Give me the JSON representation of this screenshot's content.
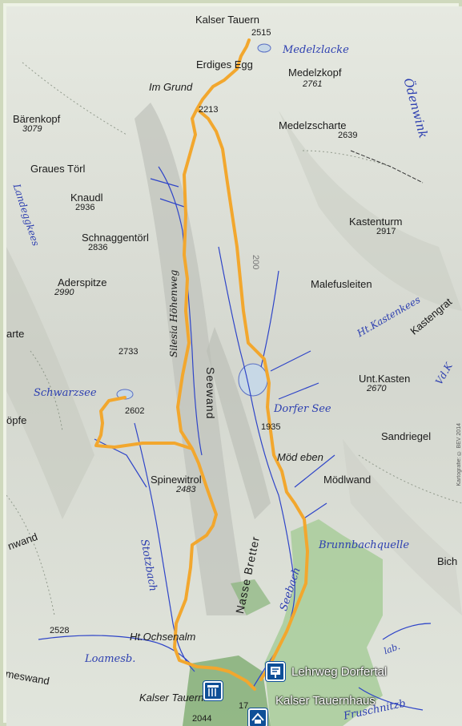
{
  "colors": {
    "route": "#f2a72e",
    "water": "#2d3fb0",
    "poi": "#0e4f97",
    "forest": "#9dc58e"
  },
  "places": {
    "kalser_tauern": "Kalser Tauern",
    "kalser_tauern_elev": "2515",
    "medelzlacke": "Medelzlacke",
    "erdiges_egg": "Erdiges Egg",
    "medelzkopf": "Medelzkopf",
    "medelzkopf_elev": "2761",
    "im_grund": "Im Grund",
    "pt_2213": "2213",
    "odenwink": "Ödenwink",
    "barenkopf": "Bärenkopf",
    "barenkopf_elev": "3079",
    "medelzscharte": "Medelzscharte",
    "medelzscharte_elev": "2639",
    "graues_torl": "Graues Törl",
    "knaudl": "Knaudl",
    "knaudl_elev": "2936",
    "landeggkees": "Landeggkees",
    "kastenturm": "Kastenturm",
    "kastenturm_elev": "2917",
    "schnaggentorl": "Schnaggentörl",
    "schnaggentorl_elev": "2836",
    "aderspitze": "Aderspitze",
    "aderspitze_elev": "2990",
    "malefusleiten": "Malefusleiten",
    "ht_kastenkees": "Ht.Kastenkees",
    "kastengrat": "Kastengrat",
    "arte": "arte",
    "silesia_hohenweg": "Silesia Höhenweg",
    "vd_k": "Vd.K",
    "pt_2733": "2733",
    "seewand": "Seewand",
    "unt_kasten": "Unt.Kasten",
    "unt_kasten_elev": "2670",
    "schwarzsee": "Schwarzsee",
    "dorfer_see": "Dorfer See",
    "pt_2602": "2602",
    "opfe": "öpfe",
    "pt_1935": "1935",
    "sandriegel": "Sandriegel",
    "mod_eben": "Möd eben",
    "spinewitrol": "Spinewitrol",
    "spinewitrol_elev": "2483",
    "modlwand": "Mödlwand",
    "nwand": "nwand",
    "brunnbachquelle": "Brunnbachquelle",
    "bich": "Bich",
    "nasse_bretter": "Nasse Bretter",
    "seebach": "Seebach",
    "stotzbach": "Stotzbach",
    "ht_ochsenalm": "Ht.Ochsenalm",
    "pt_2528": "2528",
    "loamesb": "Loamesb.",
    "lab": "lab.",
    "meswand": "meswand",
    "kalser_tauernhaus_map": "Kalser Tauernha",
    "pt_17": "17",
    "fruschnitzb": "Fruschnitzb",
    "pt_2044": "2044",
    "pt_200": "200"
  },
  "pois": {
    "lehrweg": "Lehrweg Dorfertal",
    "tauernhaus": "Kalser Tauernhaus"
  },
  "credit": "Kartografie: © BEV 2014"
}
